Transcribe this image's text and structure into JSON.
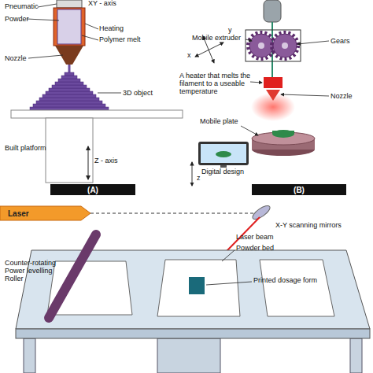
{
  "diagram": {
    "nodes": [
      {
        "text": [
          "(A)"
        ]
      },
      {
        "text": [
          "(B)"
        ]
      },
      {
        "text": [
          "Laser"
        ]
      }
    ],
    "labels": [
      "Pneumatic",
      "XY - axis",
      "Powder",
      "Heating",
      "Polymer melt",
      "Nozzle",
      "3D object",
      "Built platform",
      "Z - axis",
      "y",
      "x",
      "Mobile extruder",
      "Gears",
      "A heater that melts the filament to a useable temperature",
      "Nozzle",
      "Mobile plate",
      "z",
      "Digital design",
      "X-Y scanning mirrors",
      "Laser beam",
      "Powder bed",
      "Counter-rotating Power levelling Roller",
      "Printed dosage form"
    ]
  }
}
